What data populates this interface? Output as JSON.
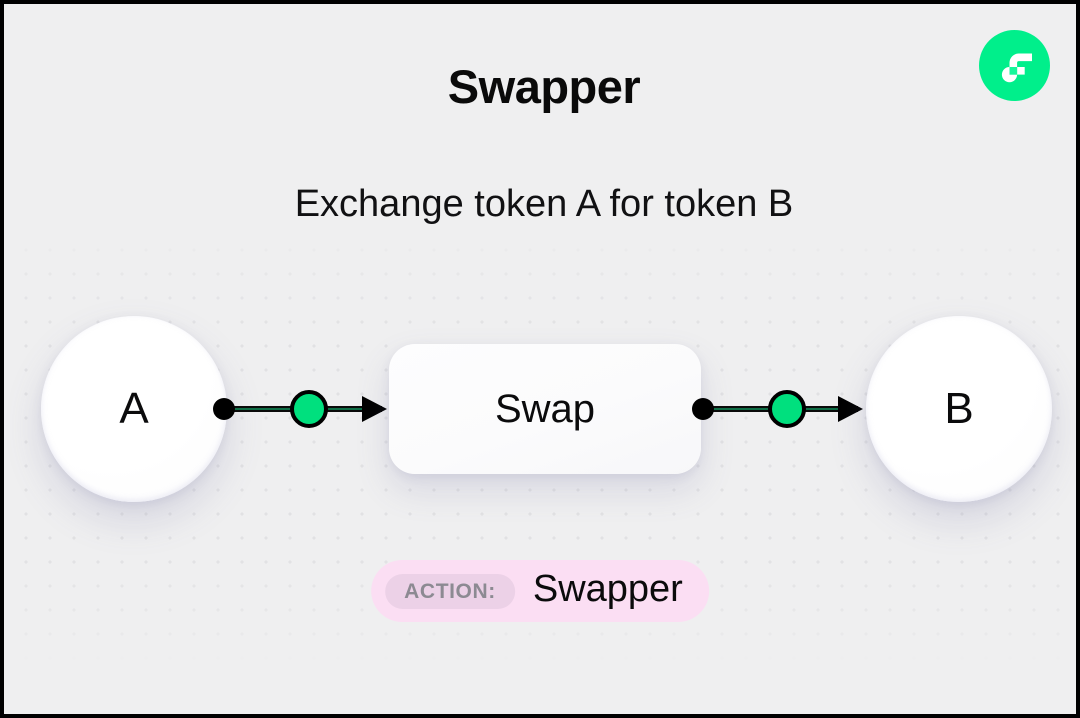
{
  "card": {
    "background_color": "#efeff0",
    "border_color": "#000000"
  },
  "logo": {
    "icon_name": "flow-logo-icon",
    "background_color": "#00ef8b",
    "mark_color": "#ffffff"
  },
  "header": {
    "title": "Swapper",
    "subtitle": "Exchange token A for token B"
  },
  "diagram": {
    "nodes": [
      {
        "id": "token-a",
        "label": "A",
        "shape": "circle"
      },
      {
        "id": "swap",
        "label": "Swap",
        "shape": "rounded-rect"
      },
      {
        "id": "token-b",
        "label": "B",
        "shape": "circle"
      }
    ],
    "connectors": [
      {
        "id": "connector-left",
        "from": "token-a",
        "to": "swap",
        "dot_color": "#000000",
        "marker_color": "#00e07e",
        "line_color": "#0a0a0a"
      },
      {
        "id": "connector-right",
        "from": "swap",
        "to": "token-b",
        "dot_color": "#000000",
        "marker_color": "#00e07e",
        "line_color": "#0a0a0a"
      }
    ]
  },
  "action_badge": {
    "label": "ACTION:",
    "value": "Swapper",
    "background_color": "#fbdef3",
    "label_background_color": "#ecd1e7",
    "label_text_color": "#8c8a92",
    "value_text_color": "#0b0b0c"
  }
}
